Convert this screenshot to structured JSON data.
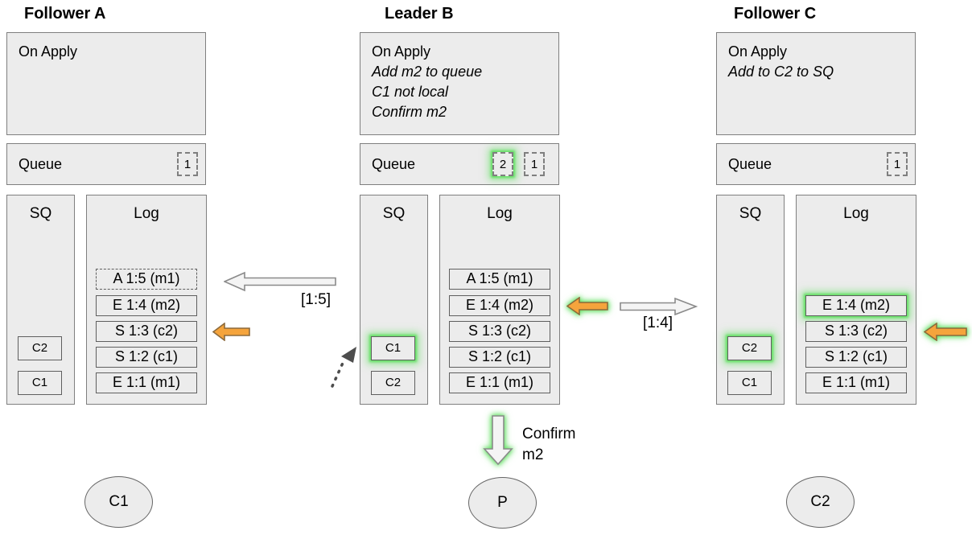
{
  "nodes": [
    {
      "title": "Follower A",
      "on_apply": {
        "title": "On Apply",
        "notes": []
      },
      "queue": {
        "label": "Queue",
        "slots": [
          {
            "value": "1",
            "highlight": false
          }
        ]
      },
      "sq": {
        "label": "SQ",
        "items": [
          {
            "value": "C2",
            "highlight": false
          },
          {
            "value": "C1",
            "highlight": false
          }
        ]
      },
      "log": {
        "label": "Log",
        "entries": [
          {
            "text": "A 1:5 (m1)",
            "border": "dashed",
            "highlight": false
          },
          {
            "text": "E 1:4 (m2)",
            "border": "solid",
            "highlight": false
          },
          {
            "text": "S 1:3 (c2)",
            "border": "solid",
            "highlight": false
          },
          {
            "text": "S 1:2 (c1)",
            "border": "solid",
            "highlight": false
          },
          {
            "text": "E 1:1 (m1)",
            "border": "solid",
            "highlight": false
          }
        ]
      },
      "client": "C1"
    },
    {
      "title": "Leader B",
      "on_apply": {
        "title": "On Apply",
        "notes": [
          "Add m2 to queue",
          "C1 not local",
          "Confirm m2"
        ]
      },
      "queue": {
        "label": "Queue",
        "slots": [
          {
            "value": "2",
            "highlight": true
          },
          {
            "value": "1",
            "highlight": false
          }
        ]
      },
      "sq": {
        "label": "SQ",
        "items": [
          {
            "value": "C1",
            "highlight": true
          },
          {
            "value": "C2",
            "highlight": false
          }
        ]
      },
      "log": {
        "label": "Log",
        "entries": [
          {
            "text": "A 1:5 (m1)",
            "border": "solid",
            "highlight": false
          },
          {
            "text": "E 1:4 (m2)",
            "border": "solid",
            "highlight": false
          },
          {
            "text": "S 1:3 (c2)",
            "border": "solid",
            "highlight": false
          },
          {
            "text": "S 1:2 (c1)",
            "border": "solid",
            "highlight": false
          },
          {
            "text": "E 1:1 (m1)",
            "border": "solid",
            "highlight": false
          }
        ]
      },
      "client": "P"
    },
    {
      "title": "Follower C",
      "on_apply": {
        "title": "On Apply",
        "notes": [
          "Add to C2 to SQ"
        ]
      },
      "queue": {
        "label": "Queue",
        "slots": [
          {
            "value": "1",
            "highlight": false
          }
        ]
      },
      "sq": {
        "label": "SQ",
        "items": [
          {
            "value": "C2",
            "highlight": true
          },
          {
            "value": "C1",
            "highlight": false
          }
        ]
      },
      "log": {
        "label": "Log",
        "entries": [
          {
            "text": "E 1:4 (m2)",
            "border": "solid",
            "highlight": true
          },
          {
            "text": "S 1:3 (c2)",
            "border": "solid",
            "highlight": false
          },
          {
            "text": "S 1:2 (c1)",
            "border": "solid",
            "highlight": false
          },
          {
            "text": "E 1:1 (m1)",
            "border": "solid",
            "highlight": false
          }
        ]
      },
      "client": "C2"
    }
  ],
  "arrows": {
    "to_a_label": "[1:5]",
    "to_c_label": "[1:4]",
    "confirm_label": "Confirm m2"
  },
  "colors": {
    "box_fill": "#ececec",
    "box_border": "#7f7f7f",
    "entry_border": "#5f5f5f",
    "orange_fill": "#f5a43c",
    "orange_stroke": "#8c6a3c",
    "glow_green": "#62e062",
    "arrow_fill": "#f4f4f4",
    "arrow_stroke": "#8a8a8a"
  }
}
